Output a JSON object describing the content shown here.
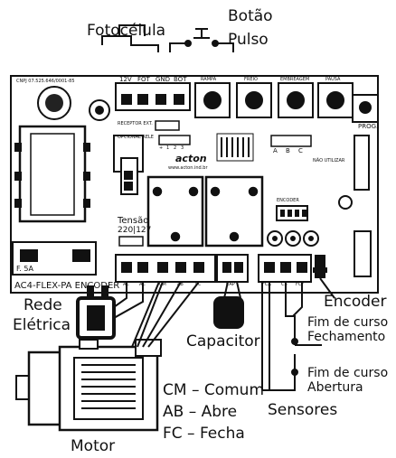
{
  "labels": {
    "fotocelula": "Fotocélula",
    "botao": "Botão",
    "pulso": "Pulso",
    "rede": "Rede",
    "eletrica": "Elétrica",
    "capacitor": "Capacitor",
    "encoder": "Encoder",
    "fim_fechamento_1": "Fim de curso",
    "fim_fechamento_2": "Fechamento",
    "fim_abertura_1": "Fim de curso",
    "fim_abertura_2": "Abertura",
    "sensores": "Sensores",
    "motor": "Motor",
    "cm": "CM – Comum",
    "ab": "AB – Abre",
    "fc": "FC – Fecha"
  },
  "board": {
    "name": "AC4-FLEX-PA ENCODER",
    "cnpj": "CNPJ 07.525.646/0001-85",
    "top_terminals": [
      "12V",
      "FOT",
      "GND",
      "BOT"
    ],
    "buttons": [
      "RAMPA",
      "FREIO",
      "EMBREAGEM",
      "PAUSA"
    ],
    "receptor": "RECEPTOR EXT.",
    "opcional": "OPCIONAL RELE",
    "relay_pins": [
      "+",
      "1",
      "2",
      "3"
    ],
    "brand": "acton",
    "url": "www.acton.ind.br",
    "prog": "PROG.",
    "abc": [
      "A",
      "B",
      "C"
    ],
    "nao_utilizar": "NÃO UTILIZAR",
    "encoder_hdr": "ENCODER",
    "tensao": "Tensão",
    "voltages": "220|127",
    "fuse": "F. 5A",
    "bottom_terminals_left": [
      "AC",
      "AC",
      "CM",
      "AB",
      "FC"
    ],
    "cap_label": "CAP",
    "sensor_terminals": [
      "FCA",
      "CS",
      "FCF"
    ]
  }
}
